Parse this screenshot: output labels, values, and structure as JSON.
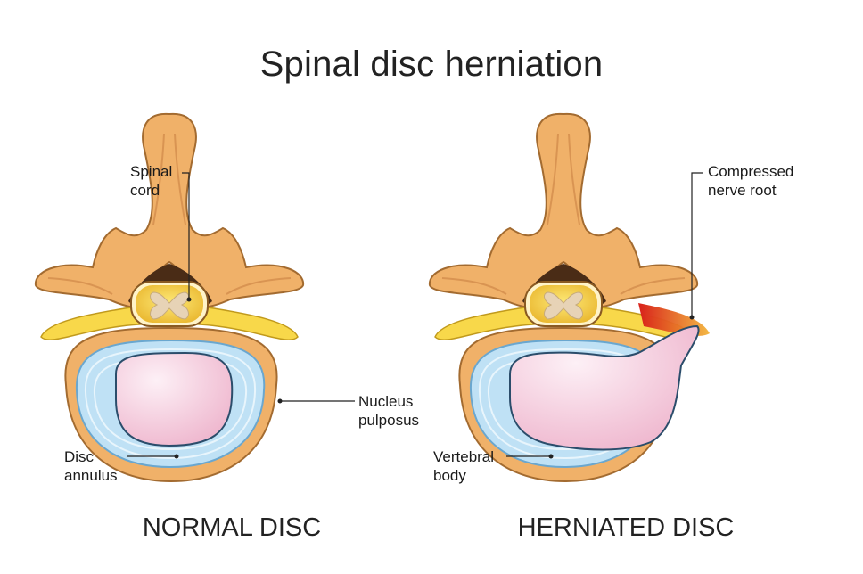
{
  "title": "Spinal disc herniation",
  "captions": {
    "left": "NORMAL DISC",
    "right": "HERNIATED DISC"
  },
  "labels": {
    "spinal_cord": "Spinal\ncord",
    "nucleus_pulposus": "Nucleus\npulposus",
    "disc_annulus": "Disc\nannulus",
    "compressed_nerve_root": "Compressed\nnerve root",
    "vertebral_body": "Vertebral\nbody"
  },
  "colors": {
    "bone": "#f0b169",
    "bone_outline": "#b07a3c",
    "nerve": "#f8d84a",
    "annulus": "#bfe1f5",
    "nucleus": "#f3c5da",
    "inflammation": "#d8211a"
  }
}
